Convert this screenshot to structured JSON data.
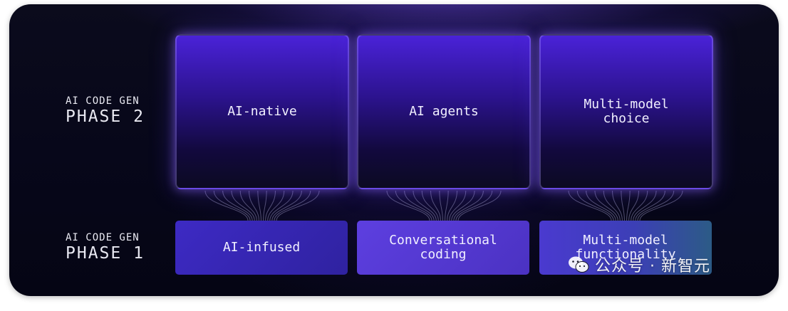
{
  "phase2": {
    "label_small": "AI CODE GEN",
    "label_big": "PHASE 2",
    "cards": [
      "AI-native",
      "AI agents",
      "Multi-model\nchoice"
    ]
  },
  "phase1": {
    "label_small": "AI CODE GEN",
    "label_big": "PHASE 1",
    "cards": [
      "AI-infused",
      "Conversational\ncoding",
      "Multi-model\nfunctionality"
    ]
  },
  "watermark": {
    "text": "公众号 · 新智元",
    "icon": "wechat-icon"
  }
}
